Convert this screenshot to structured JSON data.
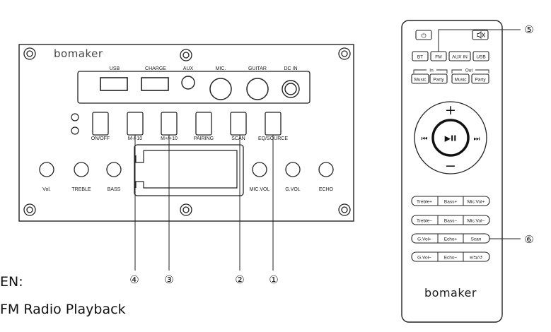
{
  "panel": {
    "brand": "bomaker",
    "ports": {
      "usb": "USB",
      "charge": "CHARGE",
      "aux": "AUX",
      "mic": "MIC.",
      "guitar": "GUITAR",
      "dcin": "DC IN"
    },
    "buttons": {
      "onoff": "ON/OFF",
      "m_minus": "M-/-10",
      "m_plus": "M+/+10",
      "pairing": "PAIRING",
      "scan": "SCAN",
      "eq_source": "EQ/SOURCE"
    },
    "knobs": {
      "vol": "Vol.",
      "treble": "TREBLE",
      "bass": "BASS",
      "micvol": "MIC.VOL",
      "gvol": "G.VOL",
      "echo": "ECHO"
    }
  },
  "callouts": {
    "c1": "①",
    "c2": "②",
    "c3": "③",
    "c4": "④",
    "c5": "⑤",
    "c6": "⑥"
  },
  "remote": {
    "brand": "bomaker",
    "icons": {
      "power": "⏻",
      "mute": "🔇"
    },
    "source_buttons": [
      "BT",
      "FM",
      "AUX IN",
      "USB"
    ],
    "group_in": "In",
    "group_out": "Out",
    "mode_buttons": [
      "Music",
      "Party",
      "Music",
      "Party"
    ],
    "plus": "+",
    "minus": "−",
    "play_pause": "▶II",
    "prev": "⏮",
    "next": "⏭",
    "rows": [
      [
        "Treble+",
        "Bass+",
        "Mic.Vol+"
      ],
      [
        "Treble−",
        "Bass−",
        "Mic.Vol−"
      ],
      [
        "G.Vol+",
        "Echo+",
        "Scan"
      ],
      [
        "G.Vol−",
        "Echo−",
        "≡/⇆/↺"
      ]
    ]
  },
  "caption": {
    "line1": "EN:",
    "line2": "FM Radio Playback"
  }
}
